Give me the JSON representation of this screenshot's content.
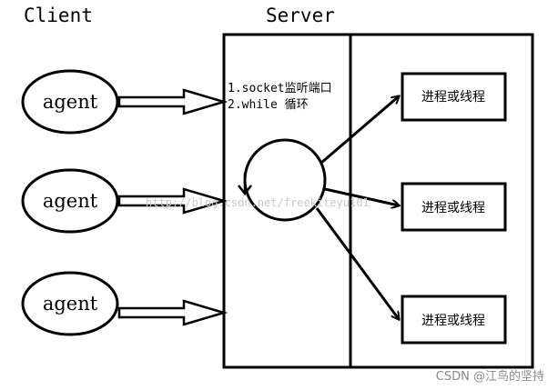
{
  "labels": {
    "client": "Client",
    "server": "Server"
  },
  "agents": [
    {
      "label": "agent"
    },
    {
      "label": "agent"
    },
    {
      "label": "agent"
    }
  ],
  "server_notes": {
    "line1": "1.socket监听端口",
    "line2": "2.while 循环"
  },
  "workers": [
    {
      "label": "进程或线程"
    },
    {
      "label": "进程或线程"
    },
    {
      "label": "进程或线程"
    }
  ],
  "watermark": "http://blog.csdn.net/freekiteyu101",
  "credit": "CSDN @江鸟的坚持",
  "colors": {
    "stroke": "#000000",
    "watermark": "#c9c9c9",
    "credit": "#8a8a8a",
    "background": "#ffffff"
  }
}
